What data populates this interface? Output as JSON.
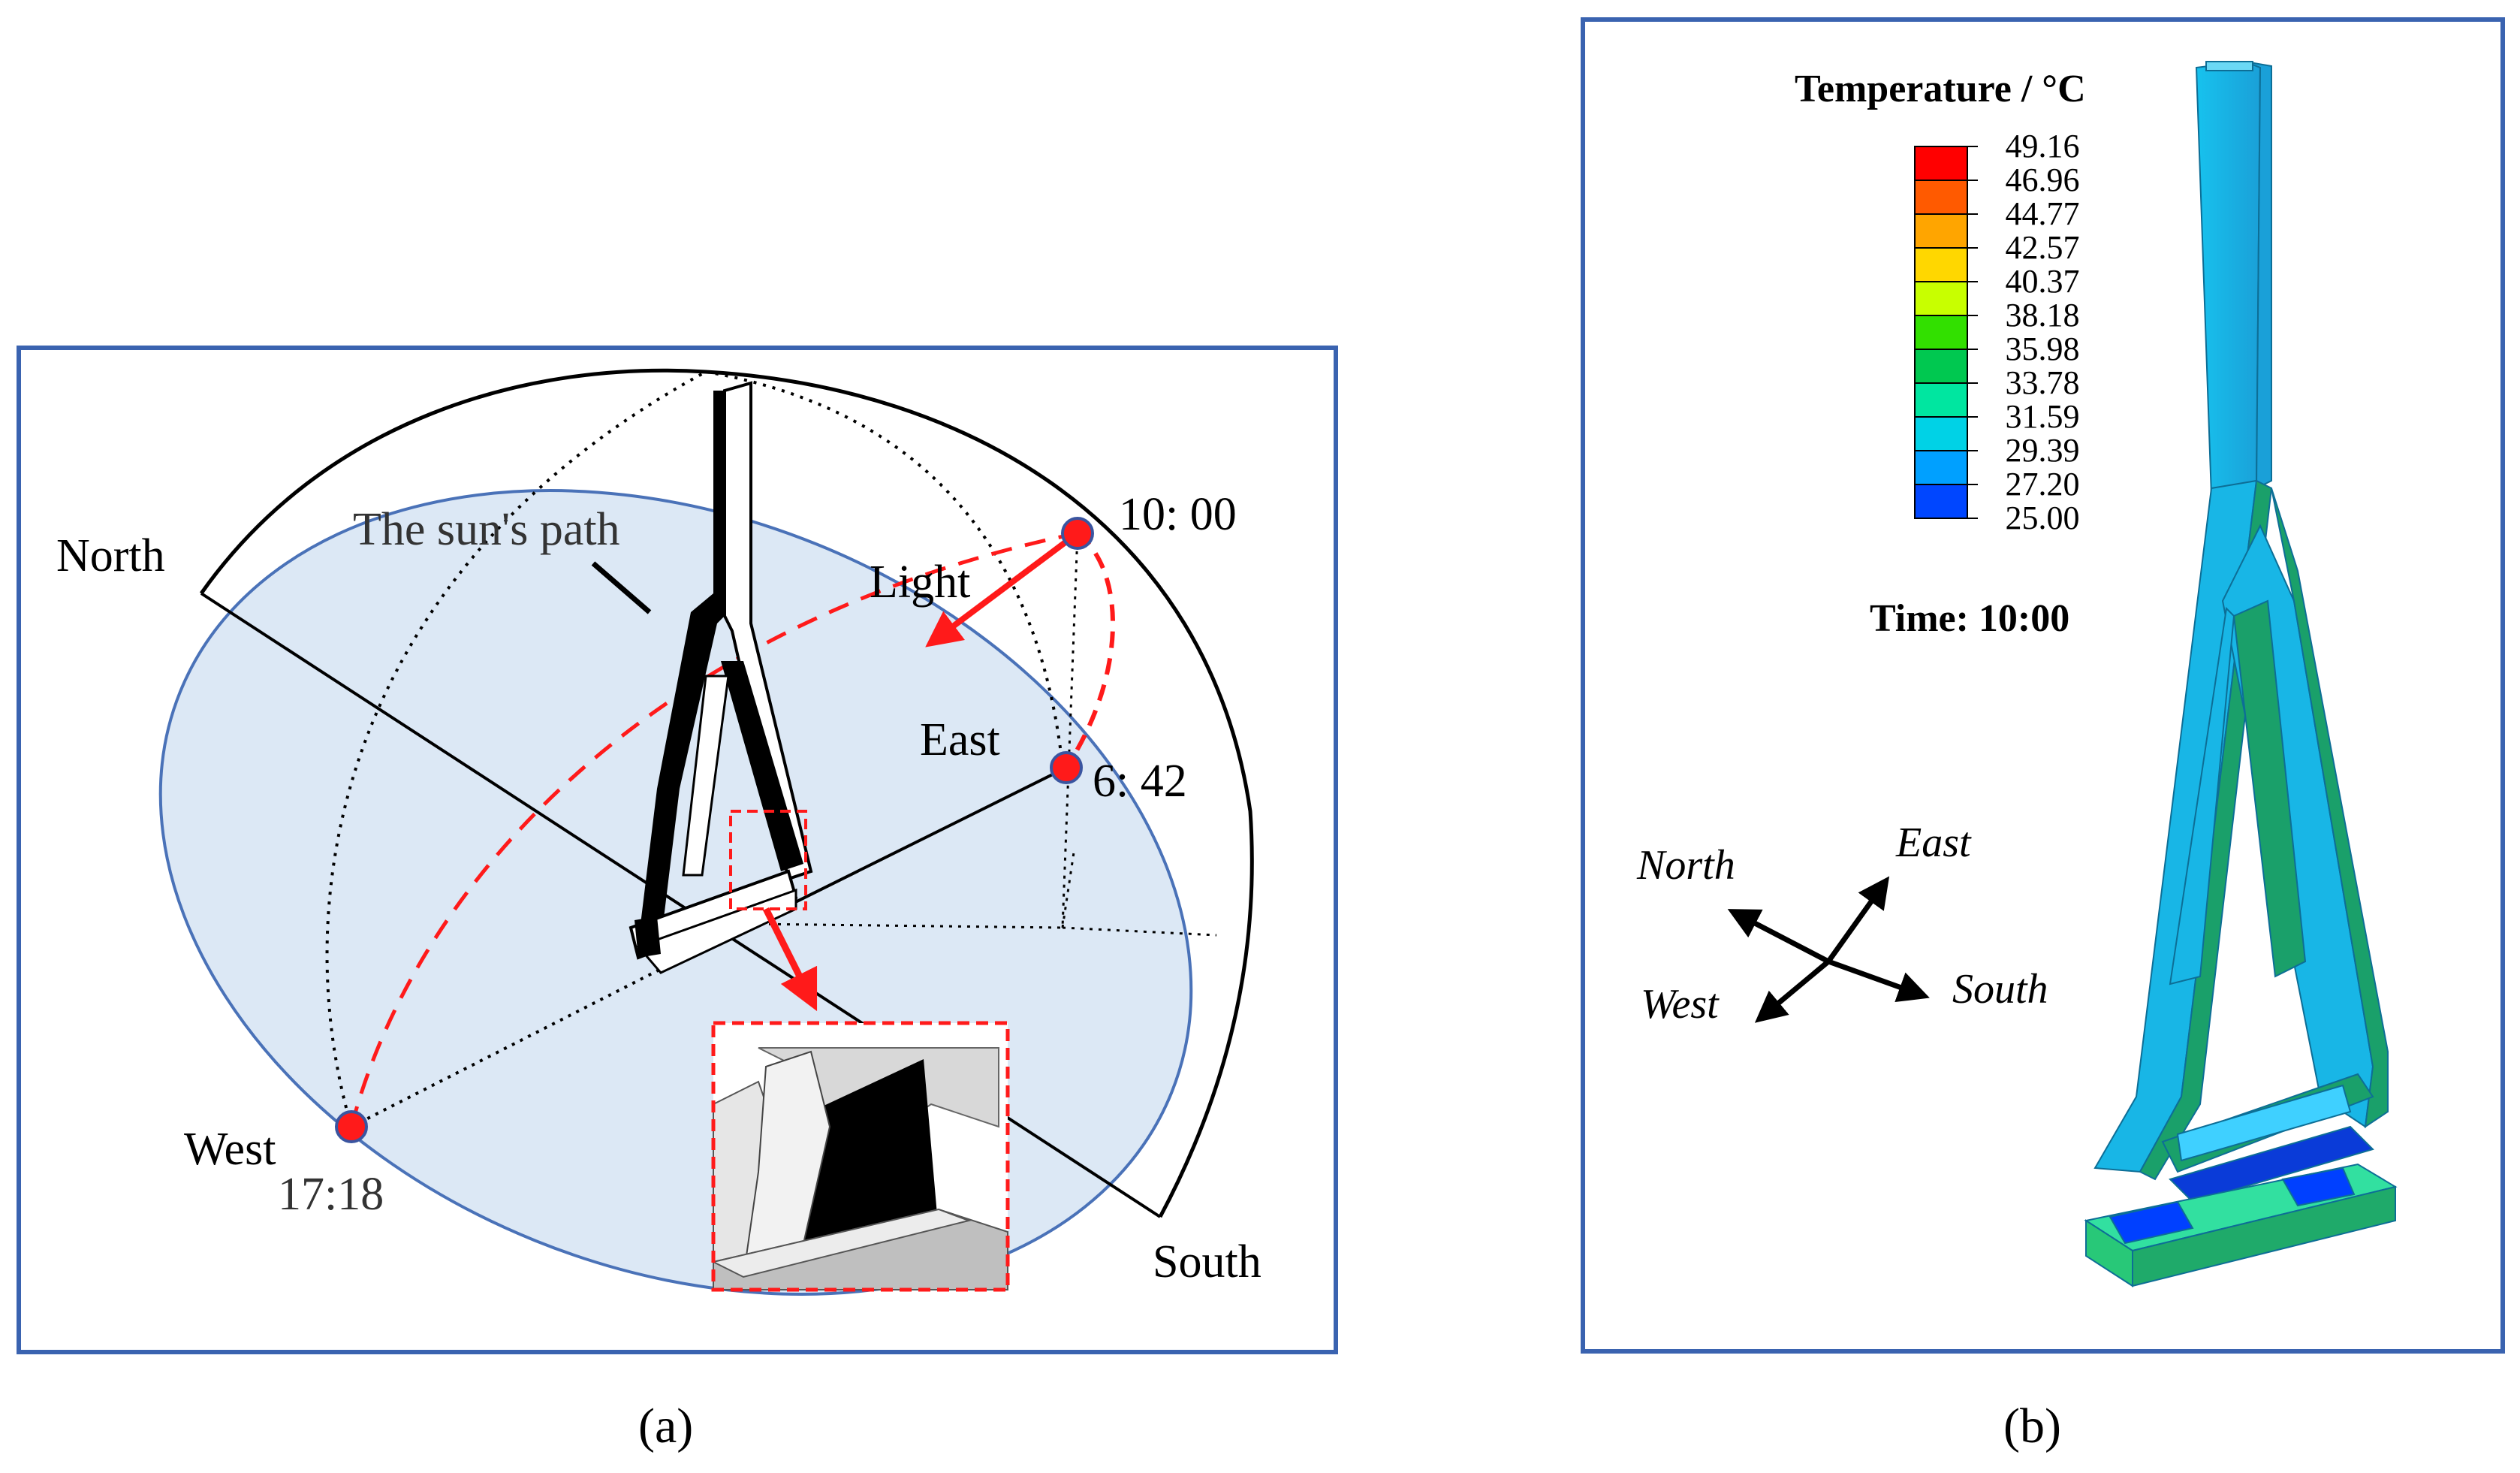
{
  "panel_a": {
    "caption": "(a)",
    "labels": {
      "north": "North",
      "east": "East",
      "west": "West",
      "south": "South",
      "sun_path": "The sun's path",
      "light": "Light",
      "time_noon": "10: 00",
      "time_sunrise": "6: 42",
      "time_sunset": "17:18"
    }
  },
  "panel_b": {
    "caption": "(b)",
    "legend_title": "Temperature / °C",
    "time_label": "Time: 10:00",
    "legend_values": [
      "49.16",
      "46.96",
      "44.77",
      "42.57",
      "40.37",
      "38.18",
      "35.98",
      "33.78",
      "31.59",
      "29.39",
      "27.20",
      "25.00"
    ],
    "legend_colors": [
      "#ff0000",
      "#ff5a00",
      "#ffa500",
      "#ffd700",
      "#c8ff00",
      "#32e000",
      "#00c850",
      "#00e6a0",
      "#00d2e6",
      "#00a0ff",
      "#0046ff",
      "#0000e6"
    ],
    "compass": {
      "north": "North",
      "east": "East",
      "west": "West",
      "south": "South"
    }
  },
  "colors": {
    "frame": "#3a63b0",
    "plane_fill": "#dce8f5",
    "plane_edge": "#4a72b8",
    "sun_marker": "#ff1a1a",
    "sun_path": "#ff1a1a",
    "light_arrow": "#ff1a1a",
    "structure_main": "#18b6e6",
    "structure_side": "#1faa6a"
  }
}
